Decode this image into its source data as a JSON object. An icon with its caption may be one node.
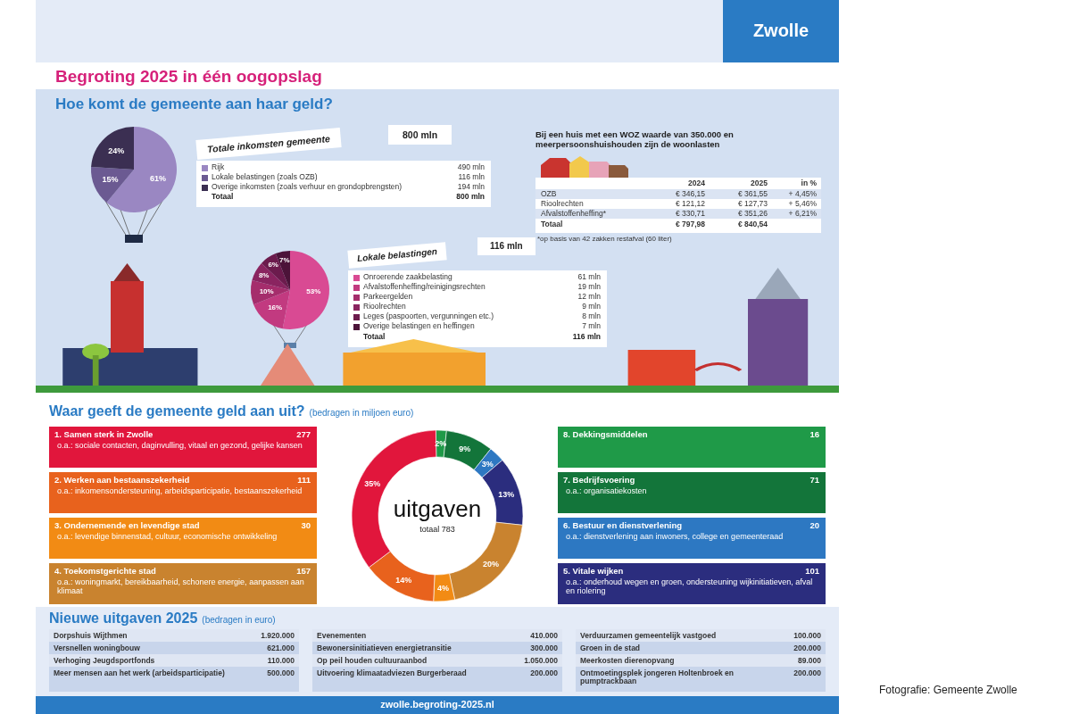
{
  "diagram": {
    "title": "Begroting 2025 in één oogopslag",
    "nodes": [
      {
        "text": [
          "Zwolle"
        ]
      },
      {
        "text": [
          "1. Samen sterk in Zwolle",
          "277",
          "o.a.: sociale contacten, daginvulling, vitaal en gezond, gelijke kansen"
        ]
      },
      {
        "text": [
          "2. Werken aan bestaanszekerheid",
          "111",
          "o.a.: inkomensondersteuning, arbeidsparticipatie, bestaanszekerheid"
        ]
      },
      {
        "text": [
          "3. Ondernemende en levendige stad",
          "30",
          "o.a.: levendige binnenstad, cultuur, economische ontwikkeling"
        ]
      },
      {
        "text": [
          "4. Toekomstgerichte stad",
          "157",
          "o.a.: woningmarkt, bereikbaarheid, schonere energie, aanpassen aan klimaat"
        ]
      },
      {
        "text": [
          "8. Dekkingsmiddelen",
          "16"
        ]
      },
      {
        "text": [
          "7. Bedrijfsvoering",
          "71",
          "o.a.: organisatiekosten"
        ]
      },
      {
        "text": [
          "6. Bestuur en dienstverlening",
          "20",
          "o.a.: dienstverlening aan inwoners, college en gemeenteraad"
        ]
      },
      {
        "text": [
          "5. Vitale wijken",
          "101",
          "o.a.: onderhoud wegen en groen, ondersteuning wijkinitiatieven, afval en riolering"
        ]
      }
    ],
    "labels": [
      "Hoe komt de gemeente aan haar geld?",
      "24%",
      "15%",
      "61%",
      "Totale inkomsten gemeente",
      "800 mln",
      "490 mln",
      "116 mln",
      "194 mln",
      "Totaal",
      "800 mln",
      "Bij een huis met een WOZ waarde van 350.000 en meerpersoonshuishouden zijn de woonlasten",
      "2024",
      "2025",
      "in %",
      "OZB",
      "€ 346,15",
      "€ 361,55",
      "+ 4,45%",
      "Rioolrechten",
      "€ 121,12",
      "€ 127,73",
      "+ 5,46%",
      "Afvalstoffenheffing*",
      "€ 330,71",
      "€ 351,26",
      "+ 6,21%",
      "Totaal",
      "€ 797,98",
      "€ 840,54",
      "*op basis van 42 zakken restafval (60 liter)",
      "6%",
      "7%",
      "8%",
      "10%",
      "53%",
      "16%",
      "Lokale belastingen",
      "116 mln",
      "61 mln",
      "19 mln",
      "12 mln",
      "9 mln",
      "8 mln",
      "7 mln",
      "Totaal",
      "116 mln",
      "Waar geeft de gemeente geld aan uit?",
      "(bedragen in miljoen euro)",
      "2%",
      "9%",
      "3%",
      "35%",
      "13%",
      "20%",
      "14%",
      "4%",
      "uitgaven",
      "totaal 783",
      "Nieuwe uitgaven 2025",
      "(bedragen in euro)",
      "Dorpshuis Wijthmen",
      "1.920.000",
      "Versnellen woningbouw",
      "621.000",
      "Verhoging Jeugdsportfonds",
      "110.000",
      "Meer mensen aan het werk (arbeidsparticipatie)",
      "500.000",
      "Evenementen",
      "410.000",
      "Bewonersinitiatieven energietransitie",
      "300.000",
      "Op peil houden cultuuraanbod",
      "1.050.000",
      "Uitvoering klimaatadviezen Burgerberaad",
      "200.000",
      "Verduurzamen gemeentelijk vastgoed",
      "100.000",
      "Groen in de stad",
      "200.000",
      "Meerkosten dierenopvang",
      "89.000",
      "Ontmoetingsplek jongeren Holtenbroek en pumptrackbaan",
      "200.000",
      "zwolle.begroting-2025.nl",
      "Fotografie: Gemeente Zwolle"
    ],
    "legend": [
      {
        "text": "Rijk",
        "color": "#9a87c2"
      },
      {
        "text": "Lokale belastingen (zoals OZB)",
        "color": "#6b5a92"
      },
      {
        "text": "Overige inkomsten (zoals verhuur en grondopbrengsten)",
        "color": "#3b2f52"
      },
      {
        "text": "Onroerende zaakbelasting",
        "color": "#d94a93"
      },
      {
        "text": "Afvalstoffenheffing/reinigingsrechten",
        "color": "#c23a80"
      },
      {
        "text": "Parkeergelden",
        "color": "#a52d6c"
      },
      {
        "text": "Rioolrechten",
        "color": "#8a2460"
      },
      {
        "text": "Leges (paspoorten, vergunningen etc.)",
        "color": "#6c1b4d"
      },
      {
        "text": "Overige belastingen en heffingen",
        "color": "#4c1339"
      }
    ]
  }
}
